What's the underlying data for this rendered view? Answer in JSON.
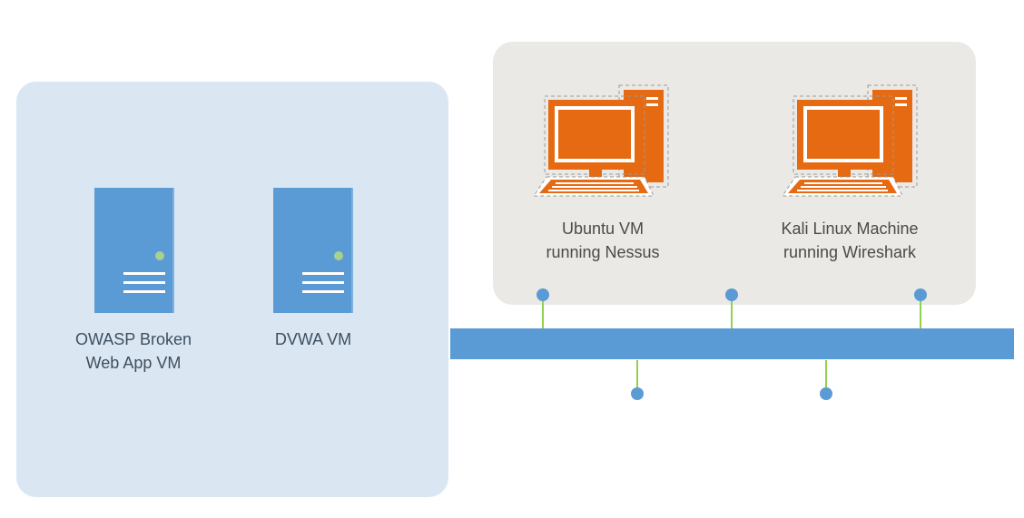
{
  "colors": {
    "target_zone": "#dae7f3",
    "attacker_zone": "#ebe9e5",
    "network_bus": "#5b9bd5",
    "server": "#5b9bd5",
    "workstation": "#e66a12",
    "connector_stem": "#92d050",
    "connector_node": "#5b9bd5"
  },
  "nodes": {
    "owasp": {
      "icon": "server-icon",
      "label_line1": "OWASP Broken",
      "label_line2": "Web App VM"
    },
    "dvwa": {
      "icon": "server-icon",
      "label_line1": "DVWA VM"
    },
    "ubuntu": {
      "icon": "workstation-icon",
      "label_line1": "Ubuntu VM",
      "label_line2": "running Nessus"
    },
    "kali": {
      "icon": "workstation-icon",
      "label_line1": "Kali Linux Machine",
      "label_line2": "running Wireshark"
    }
  },
  "network": {
    "connectors_above": 3,
    "connectors_below": 2
  }
}
